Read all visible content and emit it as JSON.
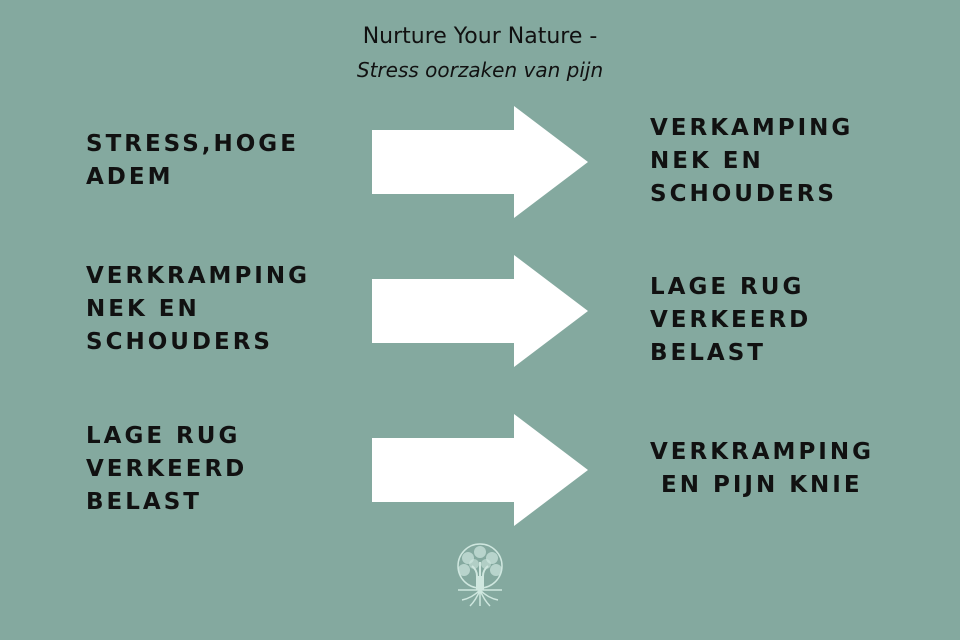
{
  "title": {
    "line1": "Nurture Your Nature -",
    "line2": "Stress oorzaken van pijn"
  },
  "rows": [
    {
      "cause": "STRESS,HOGE\nADEM",
      "effect": "VERKAMPING\nNEK EN\nSCHOUDERS"
    },
    {
      "cause": "VERKRAMPING\nNEK EN\nSCHOUDERS",
      "effect": "LAGE RUG\nVERKEERD\nBELAST"
    },
    {
      "cause": "LAGE RUG\nVERKEERD\nBELAST",
      "effect": "VERKRAMPING\n EN PIJN KNIE"
    }
  ],
  "colors": {
    "background": "#84a99f",
    "arrow": "#ffffff",
    "text": "#111111",
    "logo": "#cfe7df"
  },
  "icons": {
    "logo": "tree-of-life-icon"
  }
}
